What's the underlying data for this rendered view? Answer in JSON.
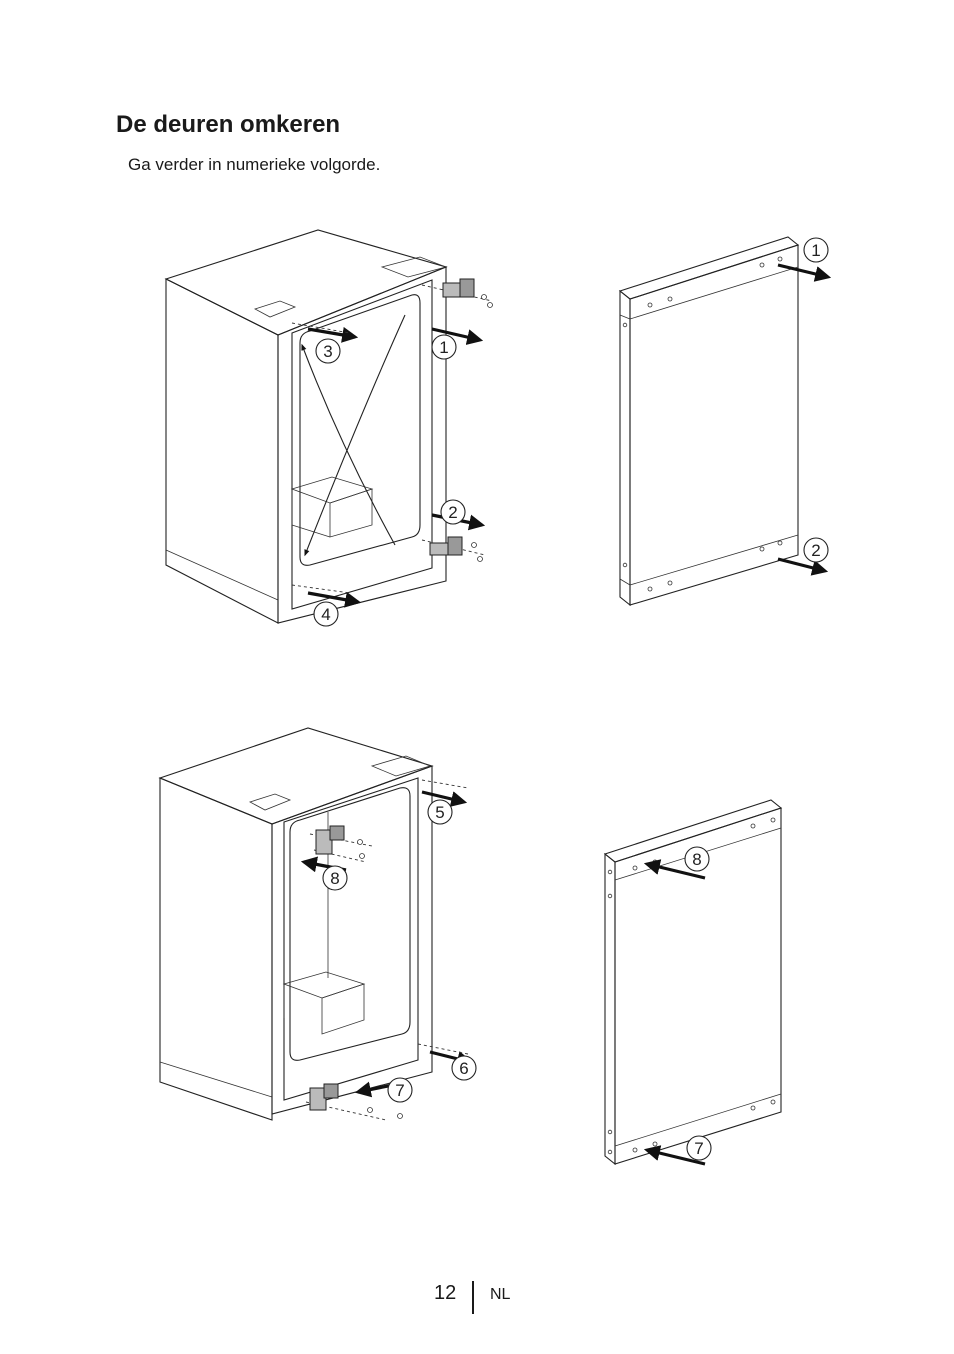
{
  "page": {
    "title": "De deuren omkeren",
    "subtitle": "Ga verder in numerieke volgorde."
  },
  "figures": {
    "cabinet_top_steps": [
      "3",
      "1",
      "2",
      "4"
    ],
    "door_top_steps": [
      "1",
      "2"
    ],
    "cabinet_bottom_steps": [
      "5",
      "8",
      "6",
      "7"
    ],
    "door_bottom_steps": [
      "8",
      "7"
    ]
  },
  "footer": {
    "page_number": "12",
    "language": "NL"
  }
}
